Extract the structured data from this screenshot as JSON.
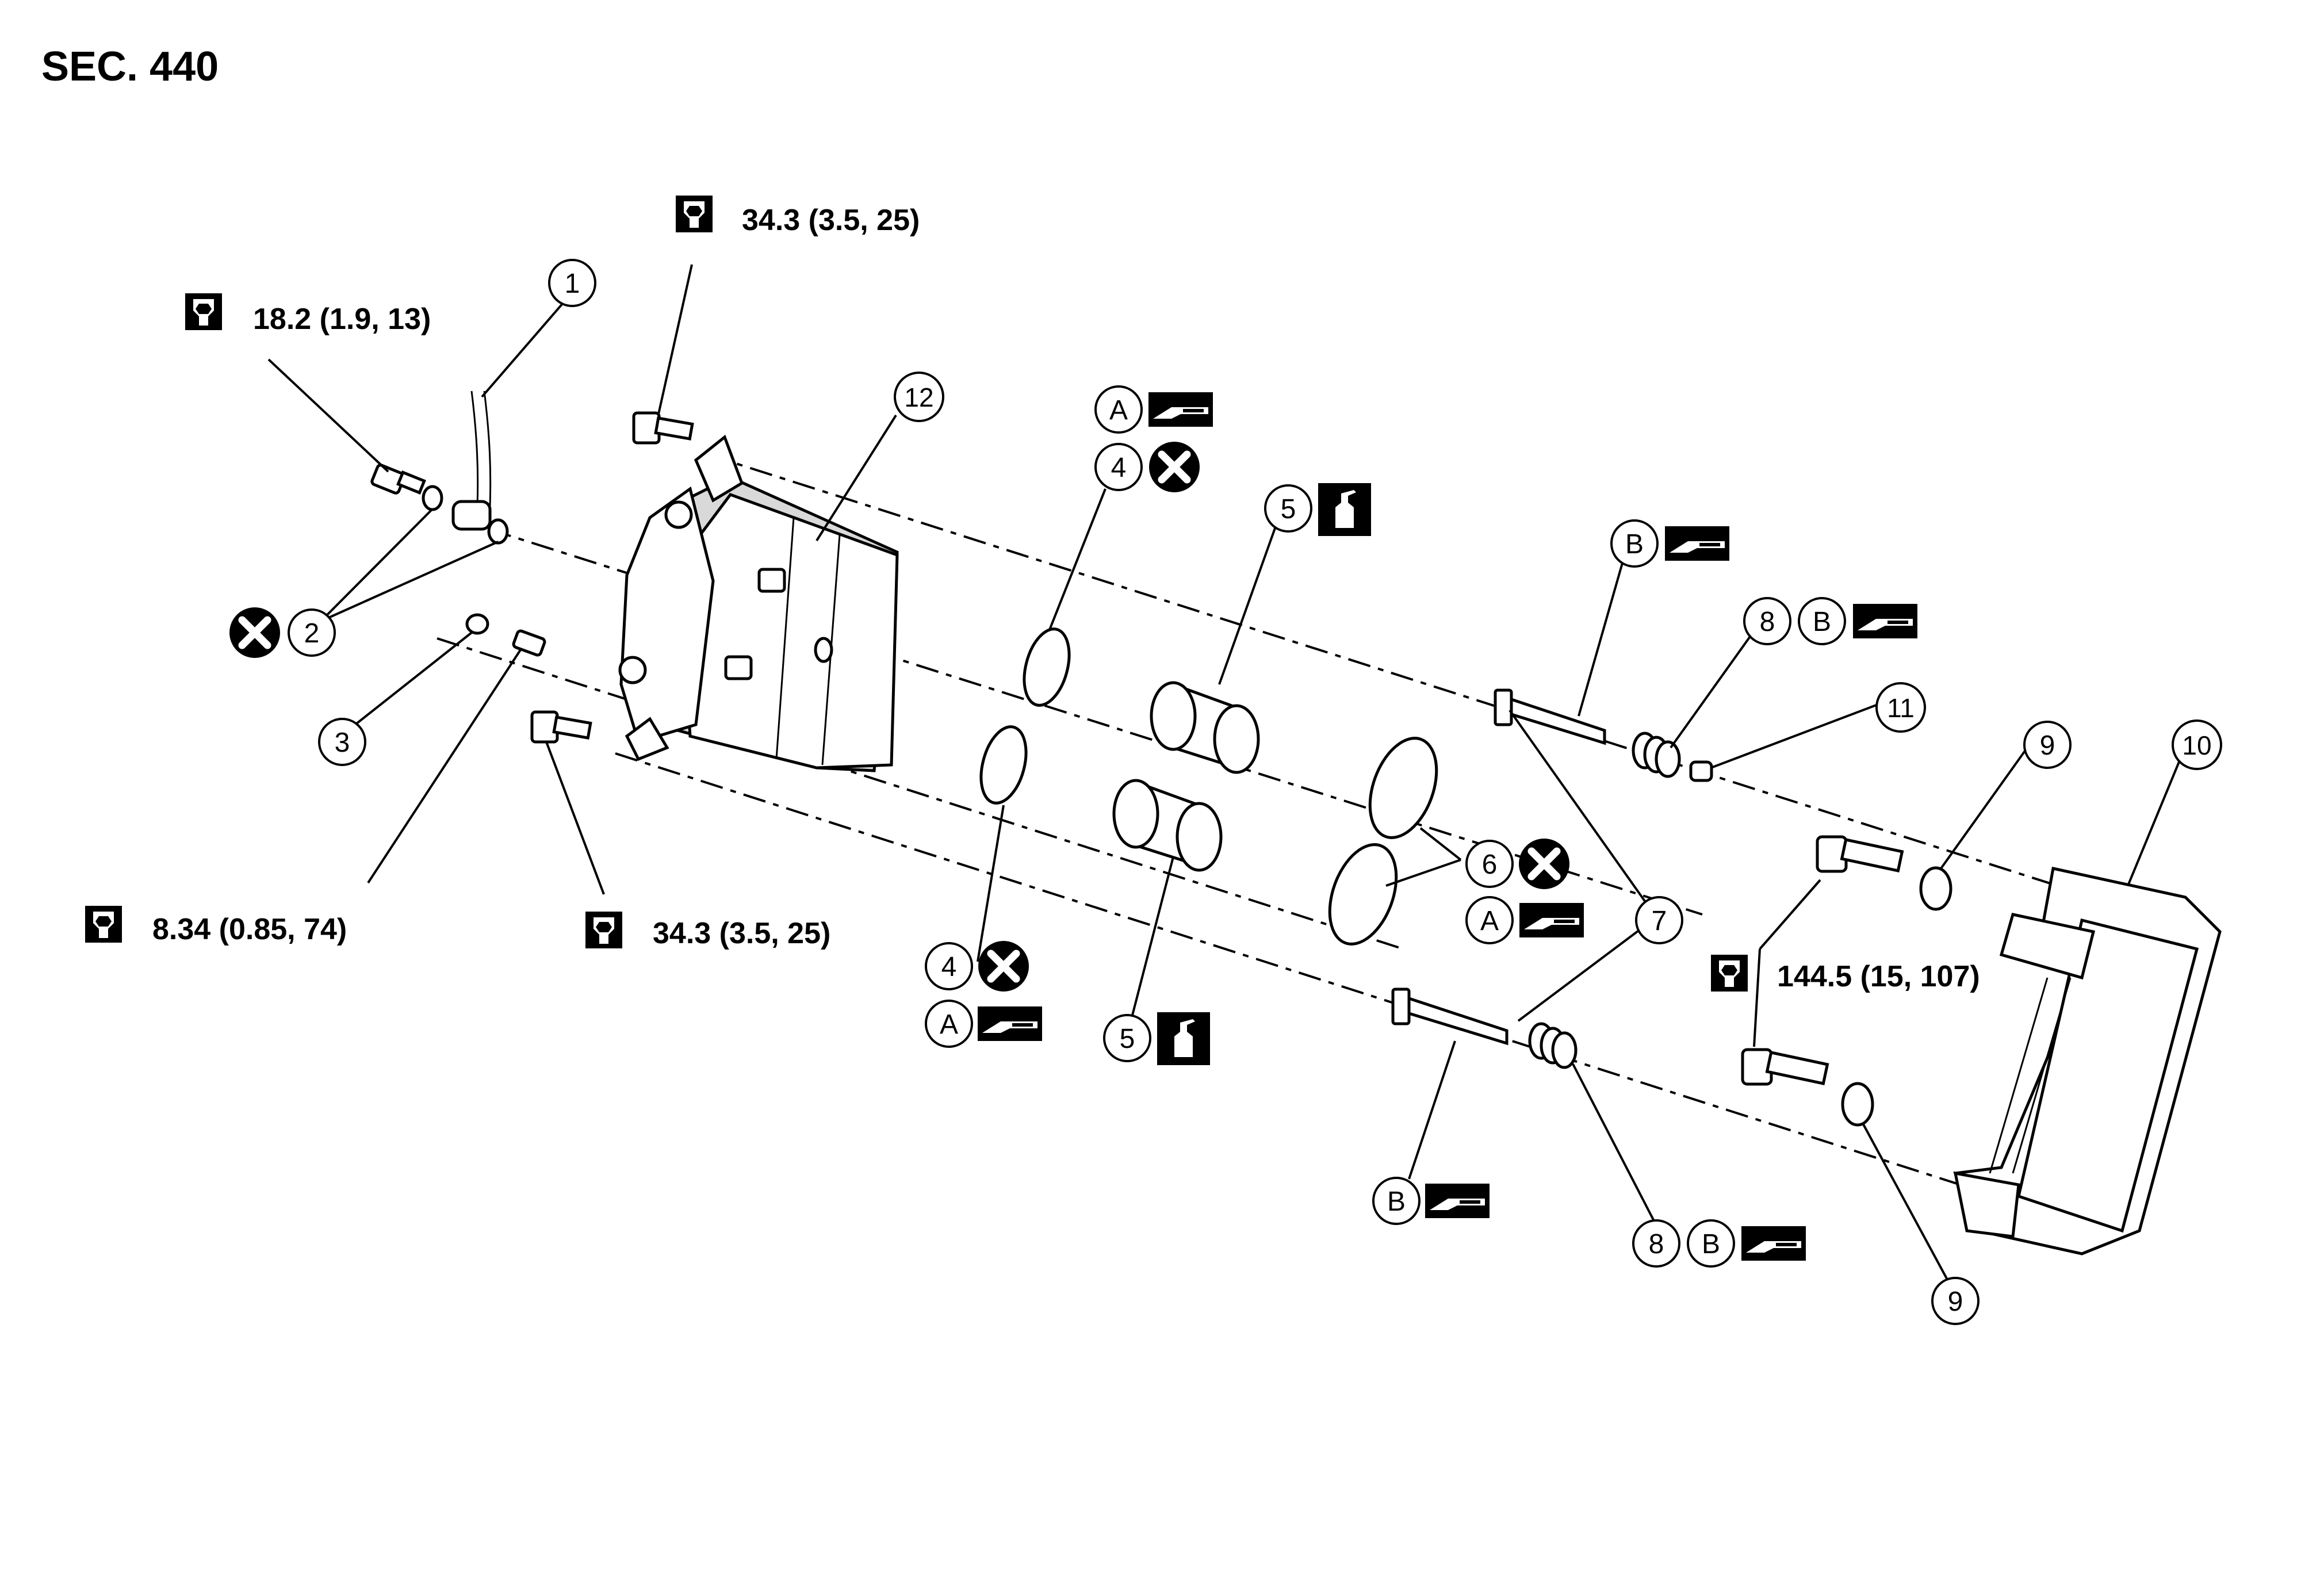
{
  "section_label": "SEC. 440",
  "torque_specs": {
    "top_bolt": "34.3 (3.5, 25)",
    "banjo_bolt": "18.2 (1.9, 13)",
    "bleeder": "8.34 (0.85, 74)",
    "lower_bolt": "34.3 (3.5, 25)",
    "bracket_bolt": "144.5 (15, 107)"
  },
  "callouts": {
    "c1": "1",
    "c2": "2",
    "c3": "3",
    "c4a": "4",
    "c4b": "4",
    "c5a": "5",
    "c5b": "5",
    "c6": "6",
    "c7": "7",
    "c8a": "8",
    "c8b": "8",
    "c9a": "9",
    "c9b": "9",
    "c10": "10",
    "c11": "11",
    "c12": "12"
  },
  "letters": {
    "a1": "A",
    "a2": "A",
    "a3": "A",
    "b1": "B",
    "b2": "B",
    "b3": "B",
    "b4": "B"
  },
  "icons": {
    "torque": "torque-wrench-icon",
    "do_not_reuse": "do-not-reuse-x-icon",
    "grease": "grease-gun-icon",
    "brake_fluid": "brake-fluid-bottle-icon"
  }
}
